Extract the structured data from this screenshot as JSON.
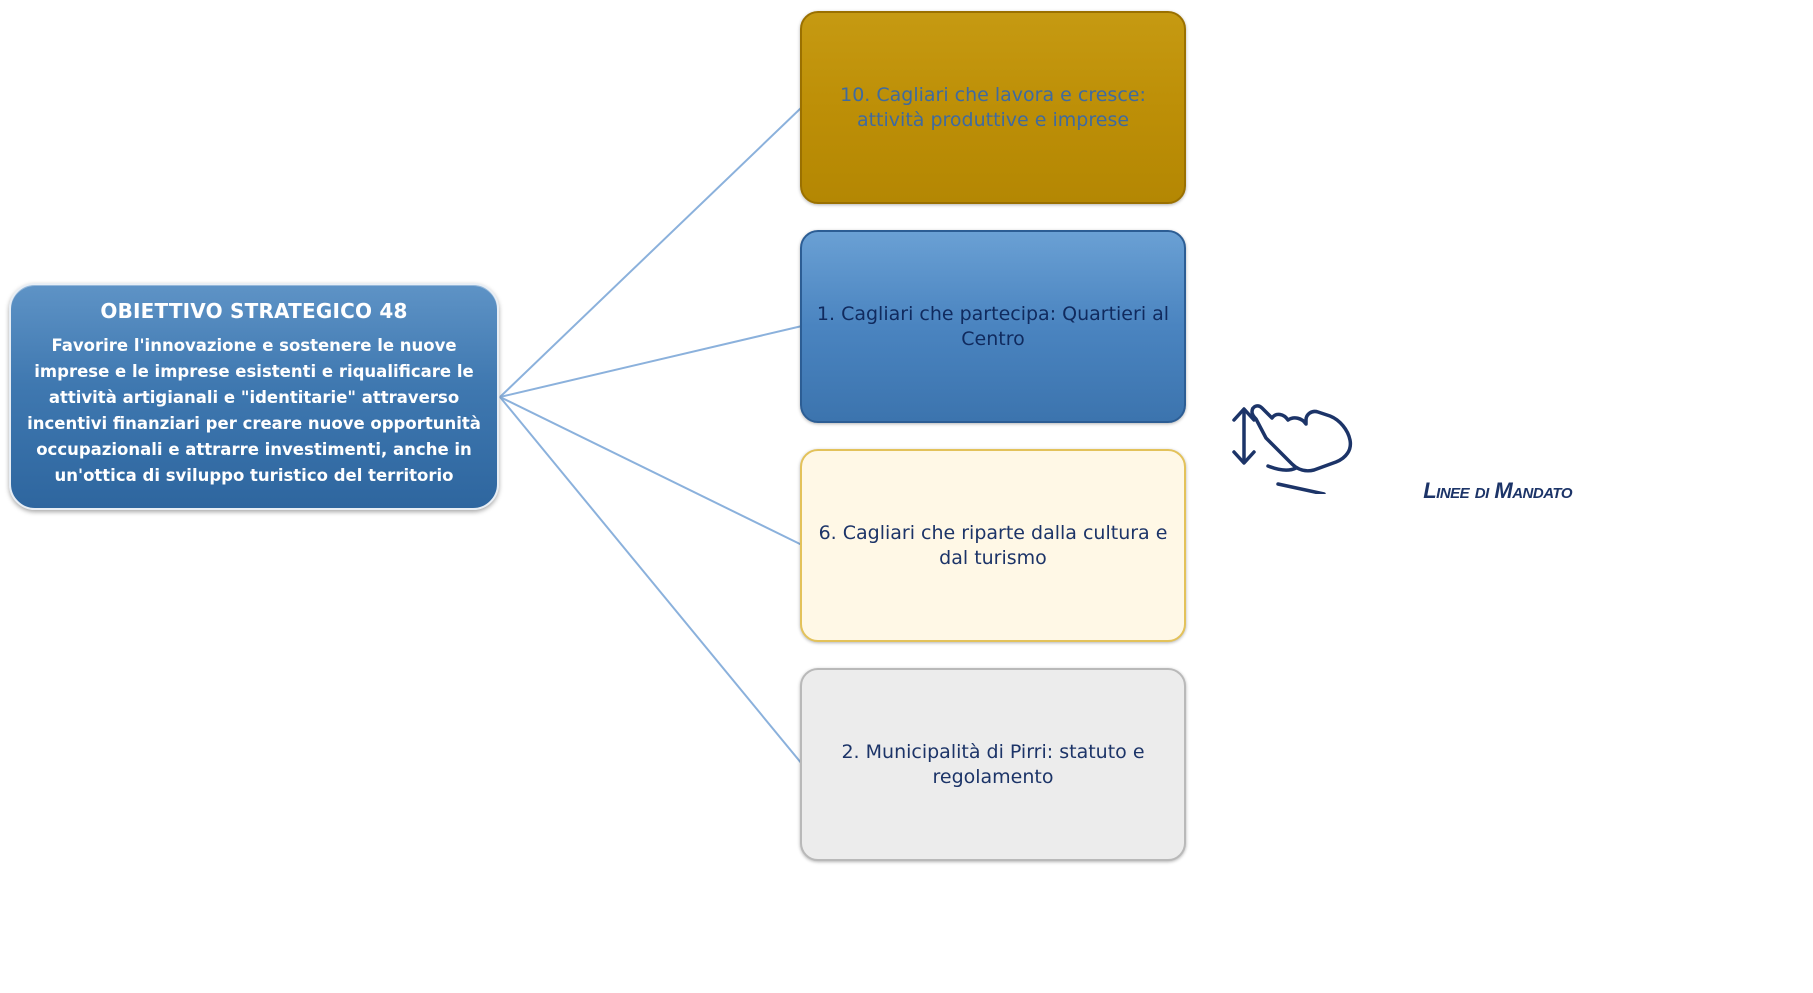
{
  "central": {
    "title": "OBIETTIVO STRATEGICO 48",
    "text": "Favorire l'innovazione e sostenere le nuove imprese e le imprese esistenti e riqualificare le attività artigianali e \"identitarie\" attraverso incentivi finanziari per creare nuove opportunità occupazionali e attrarre investimenti, anche in un'ottica di sviluppo turistico del territorio"
  },
  "lines": [
    {
      "label": "10. Cagliari che lavora e cresce: attività produttive e imprese",
      "color": "#bd8f07"
    },
    {
      "label": "1. Cagliari che partecipa: Quartieri al Centro",
      "color": "#4a84c0"
    },
    {
      "label": "6. Cagliari che riparte dalla cultura e dal turismo",
      "color": "#fff8e6"
    },
    {
      "label": "2. Municipalità di Pirri: statuto e regolamento",
      "color": "#ececec"
    }
  ],
  "section_label": "Linee di Mandato",
  "icons": {
    "gesture": "scroll-gesture-icon"
  },
  "colors": {
    "connector": "#8bb1dc",
    "primary": "#3f78b0",
    "label_text": "#1c3468"
  }
}
